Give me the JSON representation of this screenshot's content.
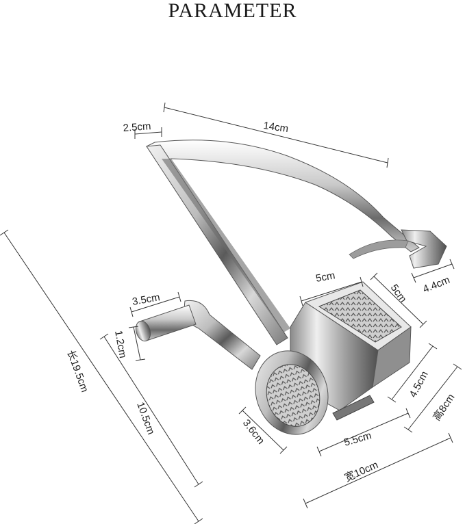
{
  "title": "PARAMETER",
  "colors": {
    "metal_dark": "#4a4a4a",
    "metal_mid": "#9a9a9a",
    "metal_light": "#e6e6e6",
    "line": "#333333"
  },
  "icons": [
    "rotary-cheese-grater-illustration"
  ],
  "dimensions": {
    "handle_tip": "2.5cm",
    "handle_length": "14cm",
    "handle_end": "4.4cm",
    "crank_knob": "3.5cm",
    "knob_diameter": "1.2cm",
    "total_length": "长19.5cm",
    "arm_length": "10.5cm",
    "drum_diameter": "3.6cm",
    "box_top_width": "5cm",
    "box_top_depth": "5cm",
    "box_height": "4.5cm",
    "base_length": "5.5cm",
    "total_height": "高8cm",
    "total_width": "宽10cm"
  }
}
